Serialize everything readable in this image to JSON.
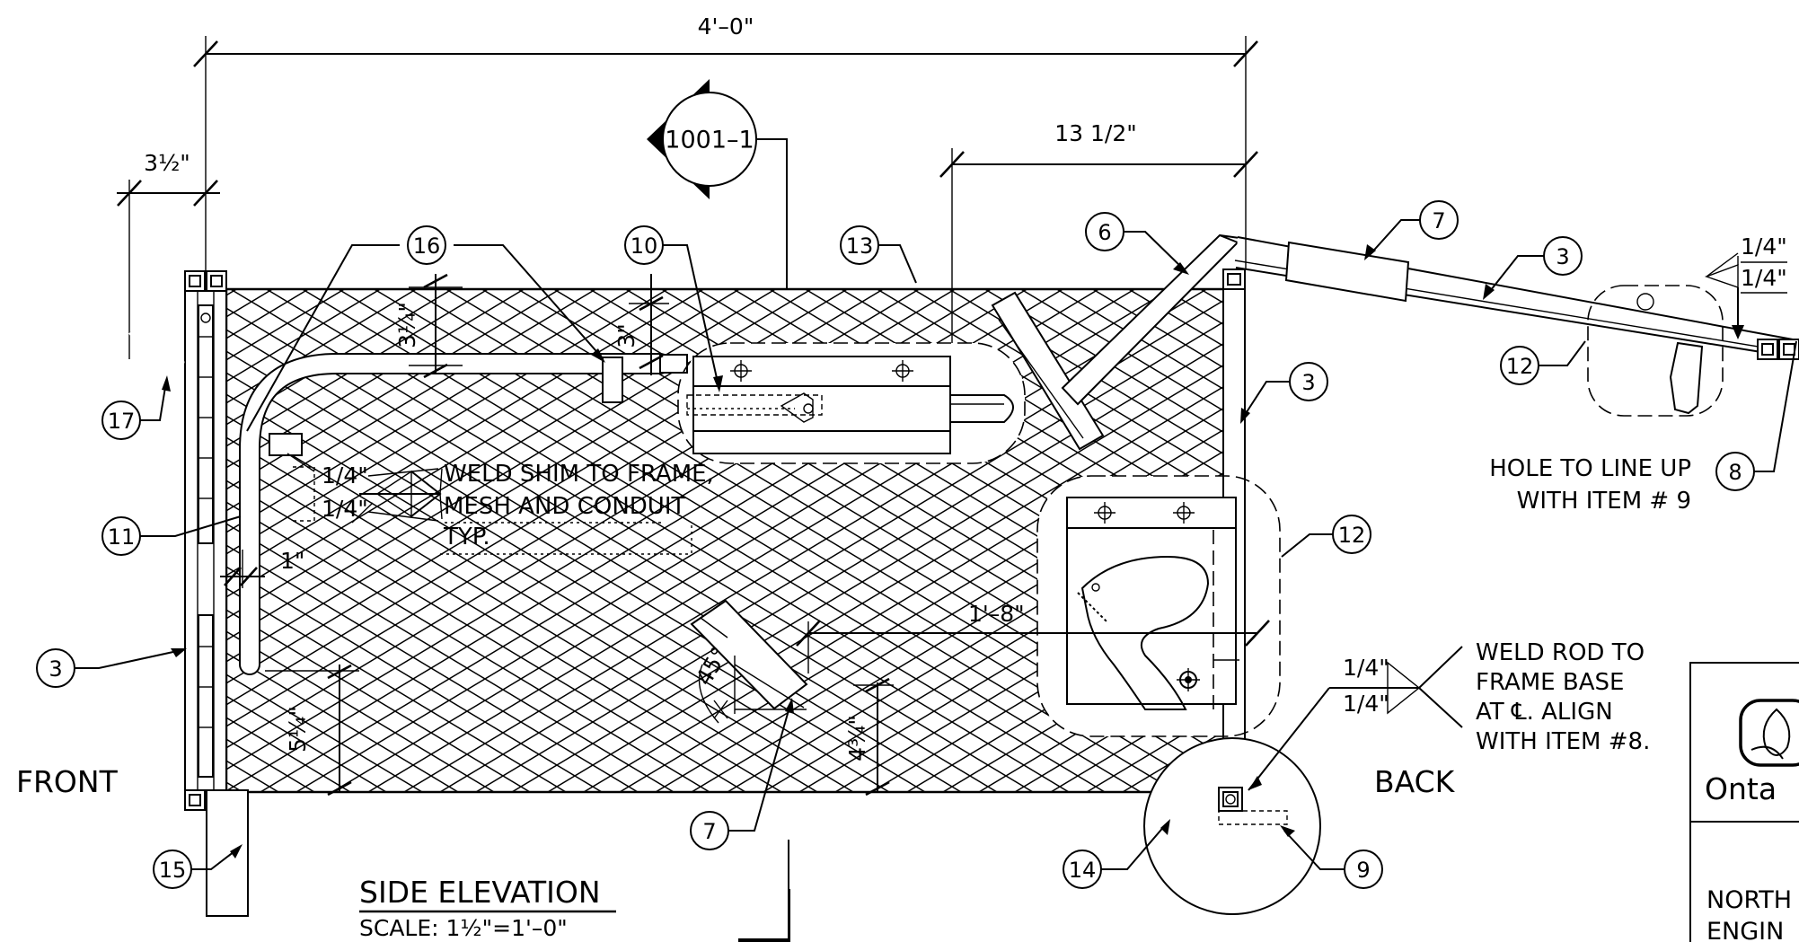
{
  "dimensions": {
    "overall_width": "4'–0\"",
    "back_offset": "13 1/2\"",
    "bracket_offset": "3½\"",
    "mesh_to_conduit": "3¼\"",
    "conduit_to_shim": "3\"",
    "conduit_gap": "1\"",
    "floor_height": "5¼\"",
    "rod_height": "4¾\"",
    "rod_length": "1'–8\"",
    "angle": "45°"
  },
  "weld_symbols": {
    "shim_top": "1/4\"",
    "shim_bottom": "1/4\"",
    "rod_top": "1/4\"",
    "rod_bottom": "1/4\"",
    "handle_top": "1/4\"",
    "handle_bottom": "1/4\""
  },
  "notes": {
    "shim_line1": "WELD SHIM TO FRAME,",
    "shim_line2": "MESH AND CONDUIT",
    "shim_line3": "TYP.",
    "rod_line1": "WELD ROD TO",
    "rod_line2": "FRAME BASE",
    "rod_line3": "AT ℄. ALIGN",
    "rod_line4": "WITH ITEM #8.",
    "hole_line1": "HOLE TO LINE UP",
    "hole_line2": "WITH ITEM # 9"
  },
  "section_marker": "1001–1",
  "labels": {
    "front": "FRONT",
    "back": "BACK",
    "view_title": "SIDE ELEVATION",
    "scale": "SCALE: 1½\"=1'–0\""
  },
  "items": [
    {
      "num": "3"
    },
    {
      "num": "3"
    },
    {
      "num": "3"
    },
    {
      "num": "6"
    },
    {
      "num": "7"
    },
    {
      "num": "7"
    },
    {
      "num": "8"
    },
    {
      "num": "9"
    },
    {
      "num": "10"
    },
    {
      "num": "11"
    },
    {
      "num": "12"
    },
    {
      "num": "12"
    },
    {
      "num": "13"
    },
    {
      "num": "14"
    },
    {
      "num": "15"
    },
    {
      "num": "16"
    },
    {
      "num": "17"
    }
  ],
  "title_block": {
    "org_short": "Onta",
    "line1": "NORTH",
    "line2": "ENGIN"
  }
}
